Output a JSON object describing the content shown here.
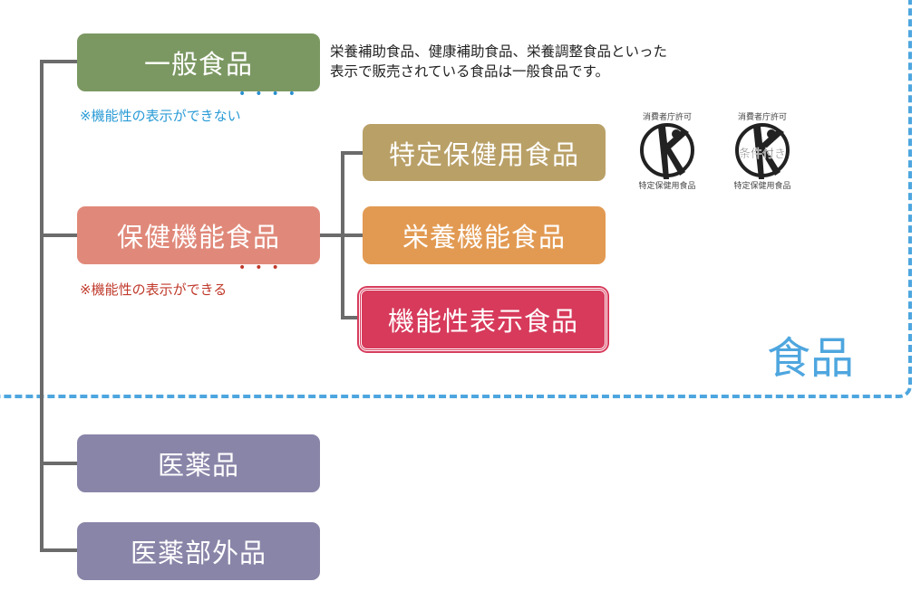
{
  "categories": {
    "general_food": "一般食品",
    "health_function_food": "保健機能食品",
    "pharmaceuticals": "医薬品",
    "quasi_drugs": "医薬部外品"
  },
  "subcategories": {
    "foshu": "特定保健用食品",
    "nutrient_function": "栄養機能食品",
    "function_claim": "機能性表示食品"
  },
  "notes": {
    "general_cannot": "※機能性の表示ができない",
    "health_can": "※機能性の表示ができる",
    "description_line1": "栄養補助食品、健康補助食品、栄養調整食品といった",
    "description_line2": "表示で販売されている食品は一般食品です。"
  },
  "food_label": "食品",
  "logos": {
    "foshu_top": "消費者庁許可",
    "foshu_bottom": "特定保健用食品",
    "conditional_middle": "条件付き"
  },
  "colors": {
    "general": "#7b9862",
    "health": "#e0897a",
    "foshu": "#b9a067",
    "nutrient": "#e29a52",
    "function": "#d73a5b",
    "medical": "#8985a8",
    "dash": "#4ea6df"
  }
}
